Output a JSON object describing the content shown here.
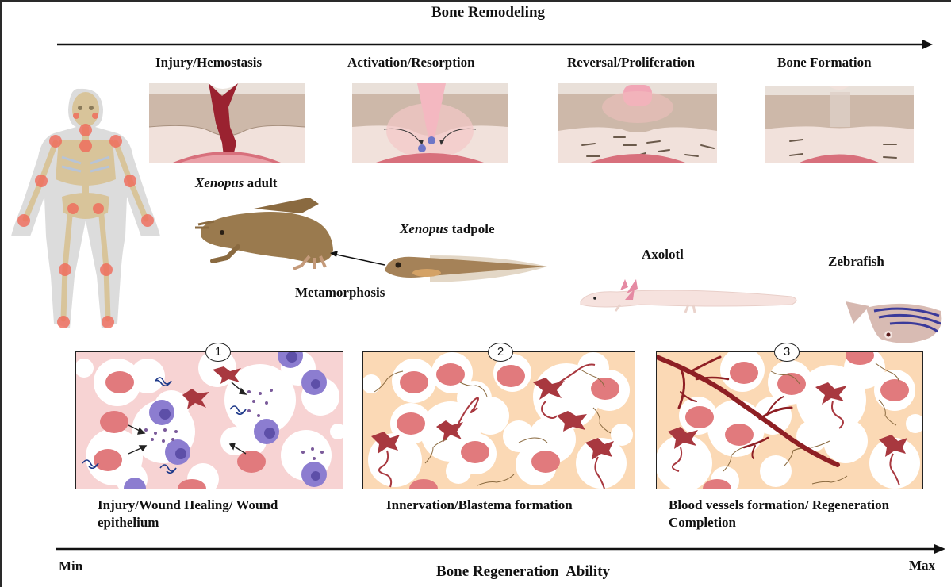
{
  "header": {
    "title": "Bone Remodeling"
  },
  "remodeling_stages": [
    {
      "label": "Injury/Hemostasis"
    },
    {
      "label": "Activation/Resorption"
    },
    {
      "label": "Reversal/Proliferation"
    },
    {
      "label": "Bone Formation"
    }
  ],
  "organisms": {
    "xenopus_adult": {
      "italic": "Xenopus",
      "rest": " adult"
    },
    "xenopus_tadpole": {
      "italic": "Xenopus",
      "rest": " tadpole"
    },
    "metamorphosis": "Metamorphosis",
    "axolotl": "Axolotl",
    "zebrafish": "Zebrafish"
  },
  "regeneration_panels": [
    {
      "number": "1",
      "caption": "Injury/Wound Healing/ Wound epithelium"
    },
    {
      "number": "2",
      "caption": "Innervation/Blastema formation"
    },
    {
      "number": "3",
      "caption": "Blood vessels formation/ Regeneration Completion"
    }
  ],
  "axis": {
    "title": "Bone Regeneration  Ability",
    "min_label": "Min",
    "max_label": "Max"
  },
  "colors": {
    "skin_top": "#e8ddd6",
    "dermis": "#cbb6a6",
    "tissue": "#f1e0da",
    "blood": "#9c2a33",
    "vessel": "#d0606e",
    "panel1_bg": "#f7d3d3",
    "panel23_bg": "#fbd9b5",
    "rbc": "#e17a7d",
    "immune": "#8c7dd0",
    "nerve_cell": "#a8383f",
    "frog": "#9a7a4e",
    "axolotl": "#f6e2de",
    "zebrafish_stripe": "#3a3a9a"
  }
}
